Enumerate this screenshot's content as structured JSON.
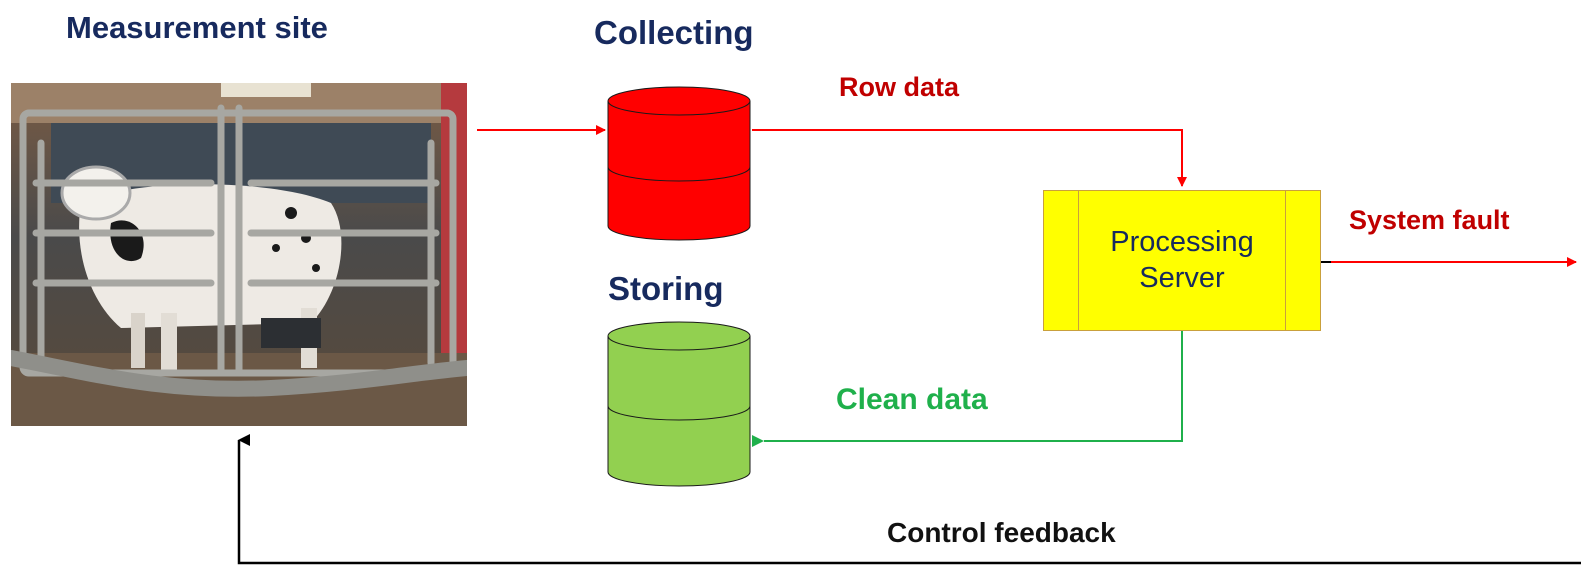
{
  "labels": {
    "measurement_site": "Measurement site",
    "collecting": "Collecting",
    "storing": "Storing",
    "raw_data": "Row data",
    "system_fault": "System fault",
    "clean_data": "Clean data",
    "control_feedback": "Control feedback"
  },
  "server": {
    "line1": "Processing",
    "line2": "Server"
  },
  "colors": {
    "heading": "#172a5e",
    "raw_flow": "#ff0000",
    "raw_label": "#c00000",
    "clean_flow": "#1fb04b",
    "collect_db": "#ff0000",
    "store_db": "#92d050",
    "server_fill": "#ffff00",
    "feedback": "#000000"
  }
}
